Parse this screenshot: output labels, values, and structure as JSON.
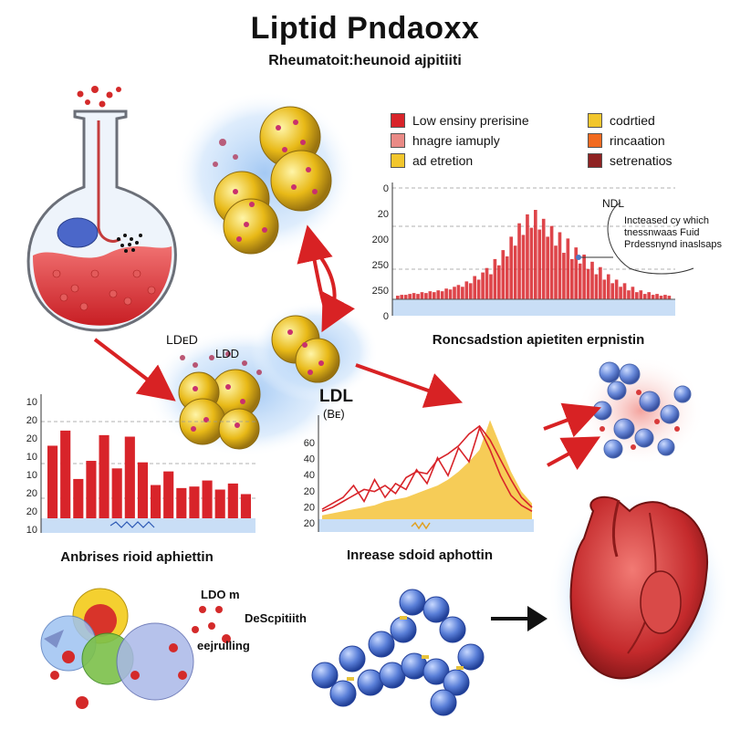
{
  "header": {
    "title": "Liptid Pndaoxx",
    "subtitle": "Rheumatoit:heunoid ajpitiiti"
  },
  "colors": {
    "red": "#d8242a",
    "pink": "#e98a86",
    "yellow": "#f2c62d",
    "orange": "#f26a1f",
    "darkred": "#8e2222",
    "blue_bg": "#b9d6f5"
  },
  "legend": [
    {
      "label": "Low ensiny prerisine",
      "color": "#d8242a"
    },
    {
      "label": "hnagre iamuply",
      "color": "#e98a86"
    },
    {
      "label": "ad etretion",
      "color": "#f2c62d"
    },
    {
      "label": "codrtied",
      "color": "#f2c62d"
    },
    {
      "label": "rincaation",
      "color": "#f26a1f"
    },
    {
      "label": "setrenatios",
      "color": "#8e2222"
    }
  ],
  "labels": {
    "ldl_cluster_a": "LDᴇD",
    "ldl_cluster_b": "LDD",
    "ldl_main": "LDL",
    "ldl_main_sub": "(Bᴇ)",
    "ldo": "LDO m",
    "de_label": "DeScpitiith",
    "ej_label": "eejrulling"
  },
  "chart_data": [
    {
      "type": "area",
      "title": "",
      "caption": "Roncsadstion apietitеn erpnistin",
      "y_tick_labels": [
        "0",
        "20",
        "200",
        "250",
        "250",
        "0"
      ],
      "annotation": {
        "label": "NDL",
        "lines": [
          "Incteased cy which",
          "tnessnwaas Fuid",
          "Prdessnynd inaslsaps"
        ]
      },
      "values": [
        4,
        5,
        5,
        6,
        7,
        6,
        8,
        7,
        9,
        8,
        10,
        9,
        12,
        11,
        14,
        16,
        14,
        20,
        18,
        26,
        22,
        30,
        35,
        28,
        45,
        38,
        55,
        48,
        70,
        60,
        85,
        72,
        95,
        80,
        100,
        78,
        90,
        70,
        82,
        60,
        75,
        52,
        68,
        45,
        58,
        40,
        50,
        34,
        42,
        28,
        36,
        22,
        28,
        18,
        22,
        14,
        18,
        10,
        14,
        8,
        10,
        6,
        8,
        5,
        6,
        4,
        5,
        4
      ],
      "ylim": [
        0,
        100
      ]
    },
    {
      "type": "bar",
      "title": "",
      "caption": "Anbrises rioid aphiettin",
      "y_tick_labels": [
        "10",
        "20",
        "20",
        "10",
        "10",
        "20",
        "20",
        "10"
      ],
      "values": [
        48,
        58,
        26,
        38,
        55,
        33,
        54,
        37,
        22,
        31,
        20,
        21,
        25,
        19,
        23,
        16
      ],
      "ylim": [
        0,
        70
      ]
    },
    {
      "type": "line",
      "title": "",
      "caption": "Inrease sdoid aphottin",
      "y_tick_labels": [
        "60",
        "40",
        "40",
        "20",
        "20",
        "20"
      ],
      "series": [
        {
          "values": [
            8,
            12,
            18,
            24,
            30,
            28,
            34,
            26,
            42,
            48,
            46,
            60,
            66,
            74,
            86,
            94,
            80,
            60,
            40,
            22,
            12
          ]
        },
        {
          "values": [
            10,
            16,
            22,
            34,
            18,
            40,
            22,
            36,
            30,
            50,
            36,
            62,
            44,
            72,
            58,
            92,
            70,
            44,
            24,
            14,
            8
          ]
        },
        {
          "values": [
            4,
            6,
            8,
            10,
            12,
            14,
            18,
            20,
            22,
            26,
            30,
            34,
            40,
            48,
            58,
            70,
            100,
            74,
            48,
            28,
            16
          ]
        }
      ],
      "ylim": [
        0,
        105
      ]
    }
  ]
}
